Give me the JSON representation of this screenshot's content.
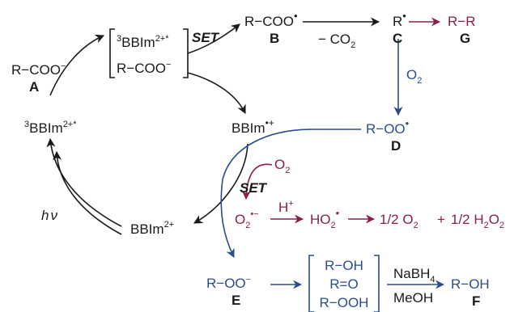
{
  "colors": {
    "black": "#1a1a1a",
    "blue": "#2a4e8c",
    "purple": "#8b1e4f"
  },
  "species": {
    "a": {
      "formula": "R−COO",
      "charge": "−",
      "letter": "A"
    },
    "excited_left": {
      "pre": "3",
      "main": "BBIm",
      "sup": "2+*"
    },
    "bracket": {
      "pre": "3",
      "main": "BBIm",
      "sup": "2+*",
      "line2": "R−COO",
      "charge": "−"
    },
    "set1": "SET",
    "b": {
      "formula": "R−COO",
      "dot": "•",
      "letter": "B"
    },
    "co2": {
      "minus": "− CO",
      "sub": "2"
    },
    "c": {
      "formula": "R",
      "dot": "•",
      "letter": "C"
    },
    "g": {
      "formula": "R−R",
      "letter": "G"
    },
    "o2_blue": {
      "main": "O",
      "sub": "2"
    },
    "bbim_radical": {
      "main": "BBIm",
      "sup": "•+"
    },
    "d": {
      "formula": "R−OO",
      "dot": "•",
      "letter": "D"
    },
    "o2_purple": {
      "main": "O",
      "sub": "2"
    },
    "set2": "SET",
    "hv": {
      "h": "h",
      "nu": "ν"
    },
    "bbim": {
      "main": "BBIm",
      "sup": "2+"
    },
    "superoxide": {
      "main": "O",
      "sub": "2",
      "sup": "•−"
    },
    "hplus": {
      "main": "H",
      "sup": "+"
    },
    "ho2": {
      "main": "HO",
      "sub": "2",
      "dot": "•"
    },
    "half_o2": {
      "main": "1/2 O",
      "sub": "2"
    },
    "plus": "+",
    "half_h2o2": {
      "p1": "1/2 H",
      "s1": "2",
      "p2": "O",
      "s2": "2"
    },
    "e": {
      "formula": "R−OO",
      "charge": "−",
      "letter": "E"
    },
    "products": [
      "R−OH",
      "R=O",
      "R−OOH"
    ],
    "reagents": {
      "top_main": "NaBH",
      "top_sub": "4",
      "bottom": "MeOH"
    },
    "f": {
      "formula": "R−OH",
      "letter": "F"
    }
  }
}
